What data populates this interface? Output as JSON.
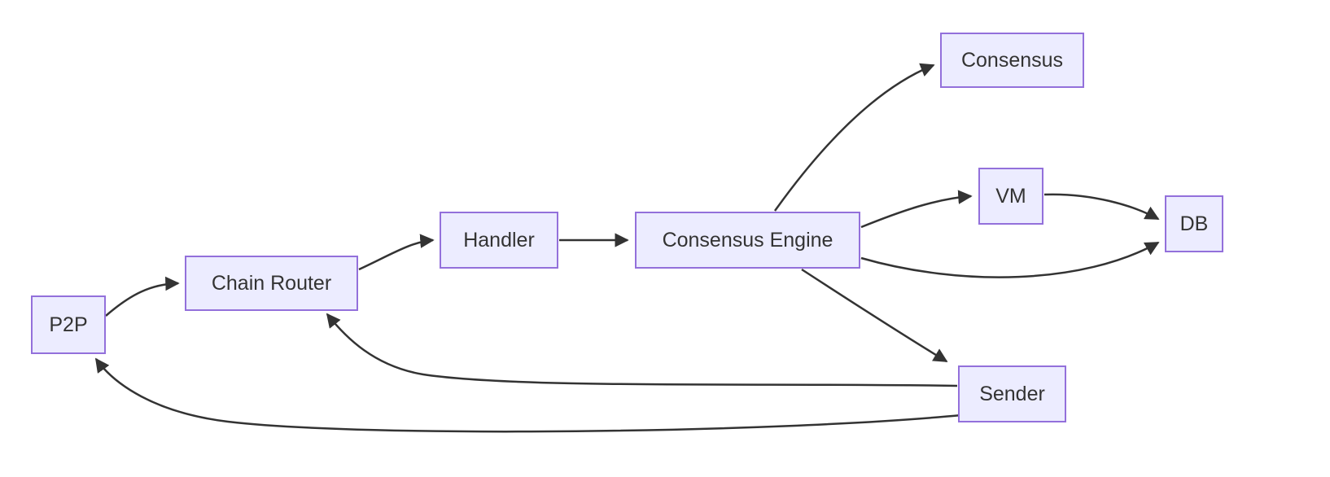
{
  "diagram": {
    "type": "flowchart",
    "direction": "left-to-right",
    "nodes": {
      "p2p": {
        "label": "P2P"
      },
      "chain_router": {
        "label": "Chain Router"
      },
      "handler": {
        "label": "Handler"
      },
      "consensus_engine": {
        "label": "Consensus Engine"
      },
      "consensus": {
        "label": "Consensus"
      },
      "vm": {
        "label": "VM"
      },
      "db": {
        "label": "DB"
      },
      "sender": {
        "label": "Sender"
      }
    },
    "edges": [
      {
        "from": "P2P",
        "to": "Chain Router"
      },
      {
        "from": "Chain Router",
        "to": "Handler"
      },
      {
        "from": "Handler",
        "to": "Consensus Engine"
      },
      {
        "from": "Consensus Engine",
        "to": "Consensus"
      },
      {
        "from": "Consensus Engine",
        "to": "VM"
      },
      {
        "from": "VM",
        "to": "DB"
      },
      {
        "from": "Consensus Engine",
        "to": "DB"
      },
      {
        "from": "Consensus Engine",
        "to": "Sender"
      },
      {
        "from": "Sender",
        "to": "Chain Router"
      },
      {
        "from": "Sender",
        "to": "P2P"
      }
    ],
    "colors": {
      "node_fill": "#ECECFF",
      "node_border": "#9370DB",
      "edge": "#333333",
      "text": "#333333",
      "background": "#FFFFFF"
    }
  }
}
